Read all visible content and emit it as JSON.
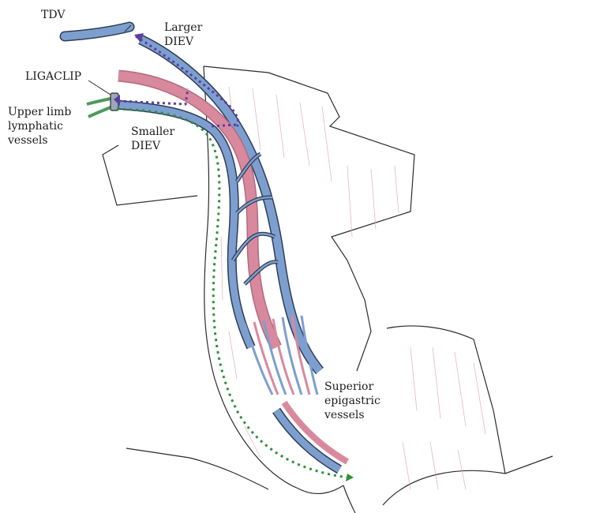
{
  "labels": {
    "tdv": "TDV",
    "larger_diev_line1": "Larger",
    "larger_diev_line2": "DIEV",
    "ligaclip": "LIGACLIP",
    "upper_limb_line1": "Upper limb",
    "upper_limb_line2": "lymphatic",
    "upper_limb_line3": "vessels",
    "smaller_diev_line1": "Smaller",
    "smaller_diev_line2": "DIEV",
    "superior_line1": "Superior",
    "superior_line2": "epigastric",
    "superior_line3": "vessels"
  },
  "colors": {
    "vein": "#7d9fd0",
    "vein_outline": "#2f3d55",
    "artery": "#d9899d",
    "lymphatic": "#4e9a5b",
    "tissue_line": "#2c2c2c",
    "tissue_stripe": "#d7a3a3",
    "dotted_green": "#2f8f3a",
    "dotted_purple": "#5b3fa0"
  }
}
